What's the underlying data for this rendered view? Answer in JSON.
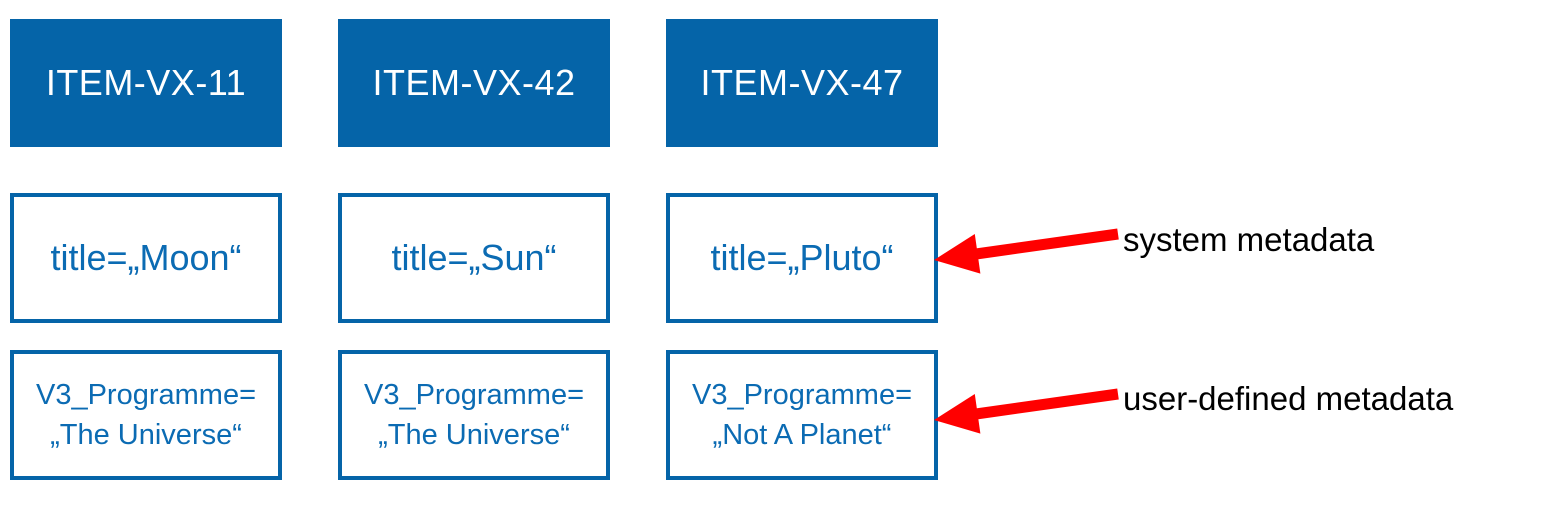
{
  "colors": {
    "blue": "#0564A8",
    "box_text_blue": "#0B6BB3",
    "header_text": "#FFFFFF",
    "arrow_red": "#FF0000",
    "label_text": "#000000",
    "background": "#FFFFFF"
  },
  "columns": [
    {
      "header": "ITEM-VX-11",
      "system_metadata": "title=„Moon“",
      "user_metadata_line1": "V3_Programme=",
      "user_metadata_line2": "„The Universe“"
    },
    {
      "header": "ITEM-VX-42",
      "system_metadata": "title=„Sun“",
      "user_metadata_line1": "V3_Programme=",
      "user_metadata_line2": "„The Universe“"
    },
    {
      "header": "ITEM-VX-47",
      "system_metadata": "title=„Pluto“",
      "user_metadata_line1": "V3_Programme=",
      "user_metadata_line2": "„Not A Planet“"
    }
  ],
  "annotations": [
    {
      "label": "system metadata"
    },
    {
      "label": "user-defined metadata"
    }
  ]
}
